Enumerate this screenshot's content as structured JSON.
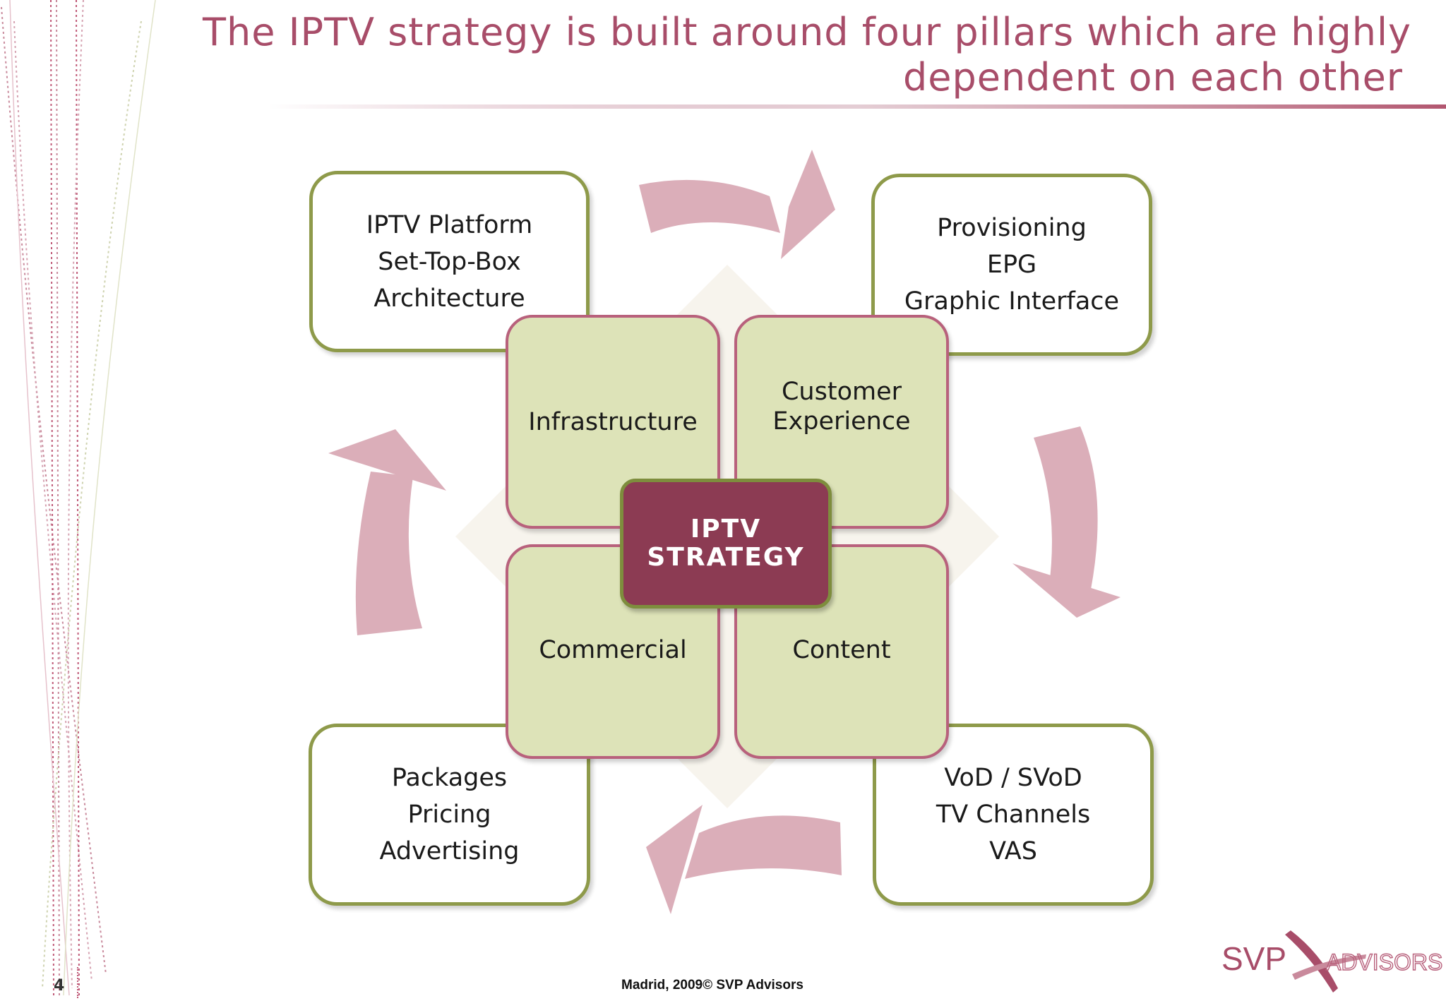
{
  "title": {
    "line1": "The IPTV strategy is built around four pillars which are highly",
    "line2": "dependent on each other"
  },
  "center": {
    "label": "IPTV\nSTRATEGY"
  },
  "pillars": [
    {
      "label": "Infrastructure"
    },
    {
      "label": "Customer Experience"
    },
    {
      "label": "Commercial"
    },
    {
      "label": "Content"
    }
  ],
  "outer_boxes": [
    {
      "lines": [
        "IPTV Platform",
        "Set-Top-Box",
        "Architecture"
      ]
    },
    {
      "lines": [
        "Provisioning",
        "EPG",
        "Graphic Interface"
      ]
    },
    {
      "lines": [
        "Packages",
        "Pricing",
        "Advertising"
      ]
    },
    {
      "lines": [
        "VoD / SVoD",
        "TV Channels",
        "VAS"
      ]
    }
  ],
  "footer": {
    "text": "Madrid, 2009© SVP Advisors",
    "page_number": "4"
  },
  "logo": {
    "text_svp": "SVP",
    "text_advisors": "ADVISORS"
  },
  "colors": {
    "title": "#a84d69",
    "arrow": "#dbaeb9",
    "pillar_fill": "#dde3b8",
    "pillar_border": "#b8617c",
    "box_border": "#8e9a4a",
    "center_fill": "#8c3b53"
  }
}
